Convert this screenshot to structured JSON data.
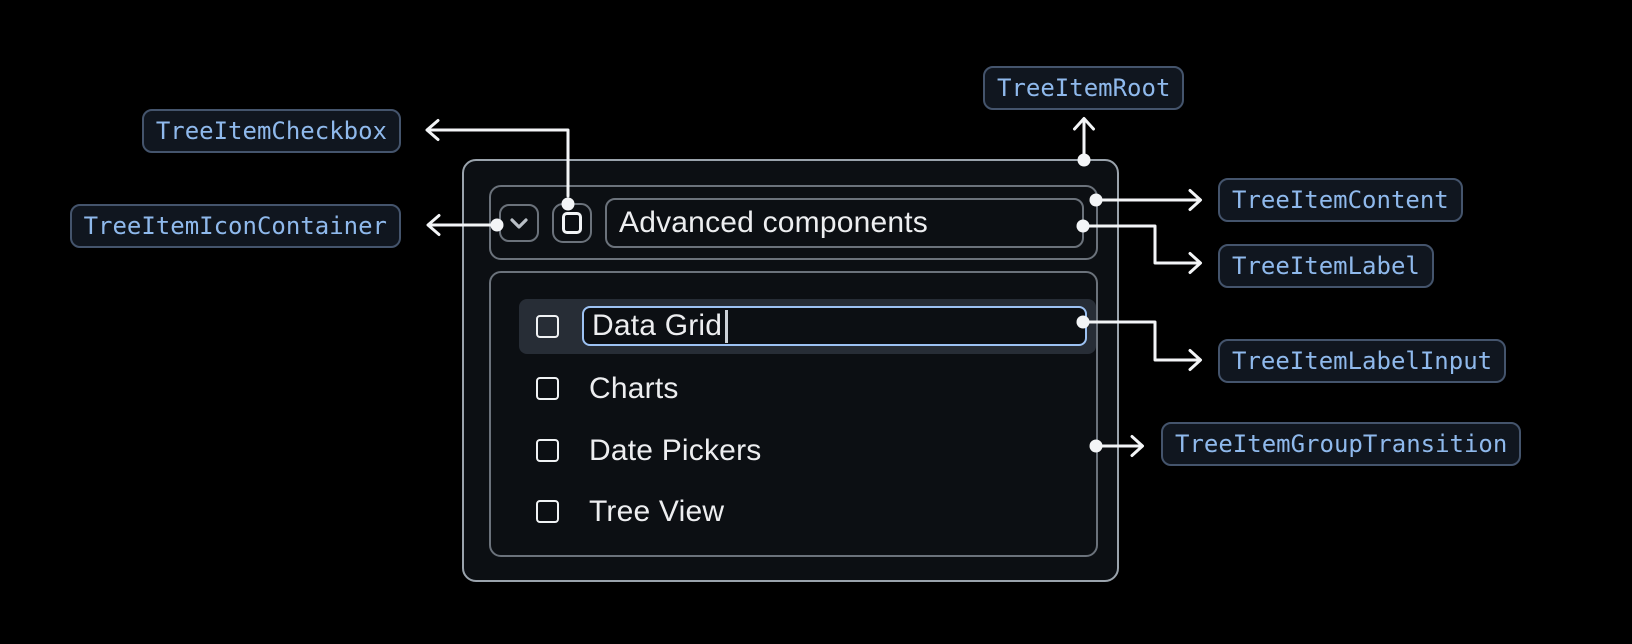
{
  "callouts": {
    "root": "TreeItemRoot",
    "checkbox": "TreeItemCheckbox",
    "icon_container": "TreeItemIconContainer",
    "content": "TreeItemContent",
    "label": "TreeItemLabel",
    "label_input": "TreeItemLabelInput",
    "group_transition": "TreeItemGroupTransition"
  },
  "tree": {
    "parent_label": "Advanced components",
    "editing_item": {
      "input_value": "Data Grid"
    },
    "items": [
      {
        "label": "Charts"
      },
      {
        "label": "Date Pickers"
      },
      {
        "label": "Tree View"
      }
    ]
  },
  "icons": {
    "expand": "chevron-down-icon",
    "checkbox": "checkbox-icon"
  },
  "colors": {
    "background": "#000000",
    "surface": "#0c0f13",
    "root_border": "#9aa3ac",
    "inner_border": "#6b727b",
    "row_highlight": "#272d36",
    "input_accent": "#9dc2f3",
    "connector": "#f3f5f7",
    "callout_text": "#8fb9ec",
    "callout_border": "#44546c",
    "callout_bg": "#10161f",
    "text": "#edeef0"
  }
}
